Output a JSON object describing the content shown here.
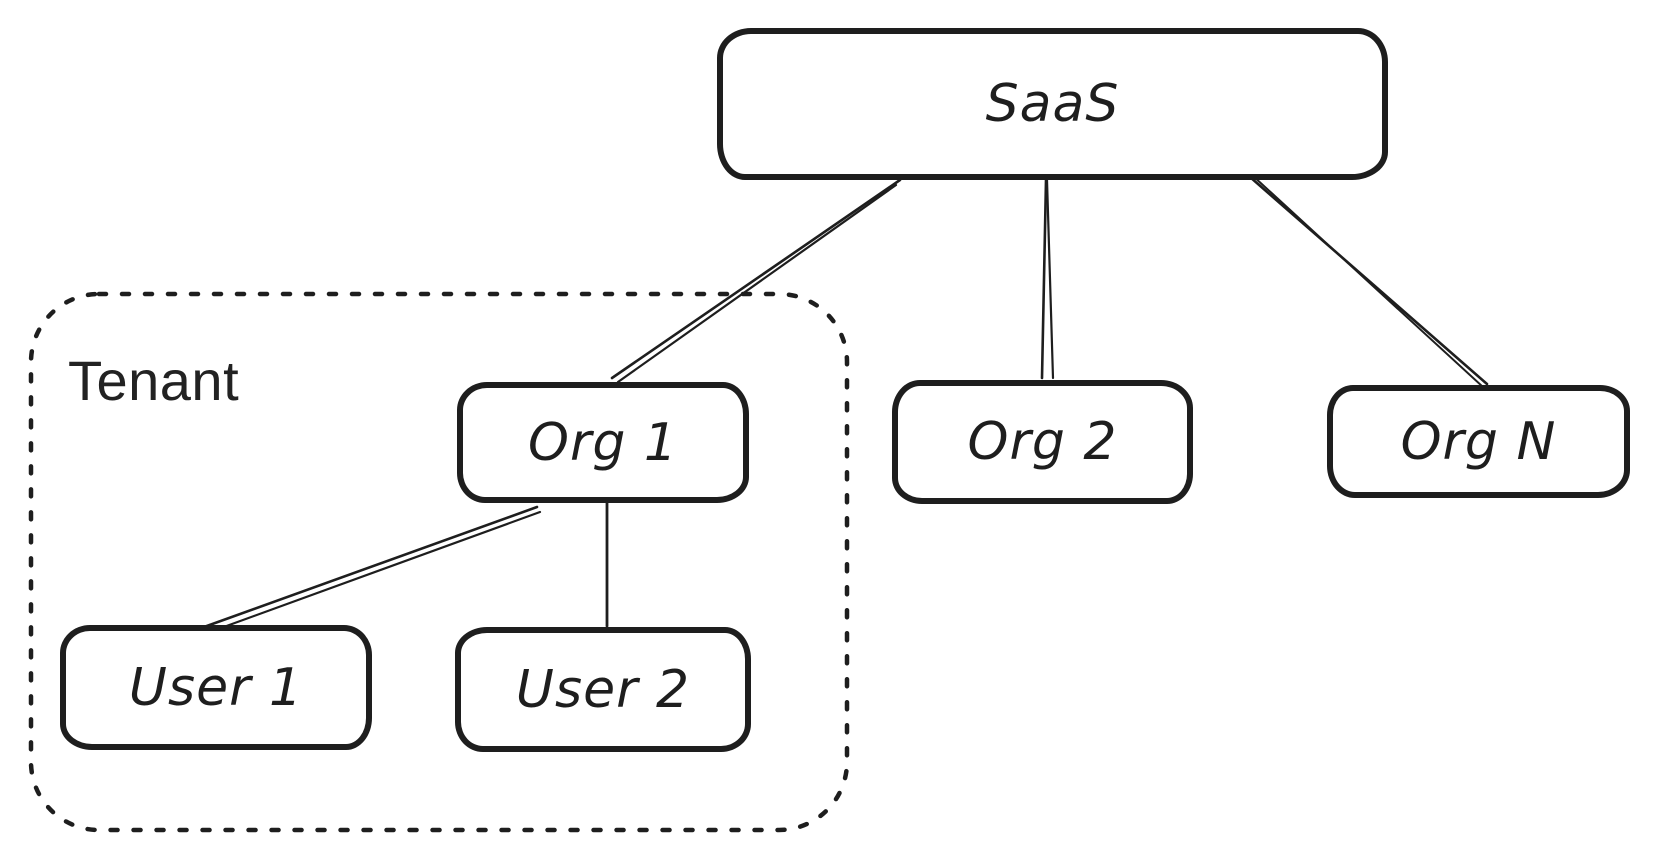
{
  "diagram": {
    "title_present": false,
    "background_color": "#ffffff",
    "stroke_color": "#1e1e1e",
    "group": {
      "label": "Tenant",
      "border_style": "dashed-rounded",
      "contains": [
        "Org 1",
        "User 1",
        "User 2"
      ]
    },
    "nodes": {
      "saas": {
        "label": "SaaS",
        "shape": "rounded-rectangle"
      },
      "org1": {
        "label": "Org 1",
        "shape": "rounded-rectangle"
      },
      "org2": {
        "label": "Org 2",
        "shape": "rounded-rectangle"
      },
      "orgN": {
        "label": "Org N",
        "shape": "rounded-rectangle"
      },
      "user1": {
        "label": "User 1",
        "shape": "rounded-rectangle"
      },
      "user2": {
        "label": "User 2",
        "shape": "rounded-rectangle"
      }
    },
    "edges": [
      {
        "from": "SaaS",
        "to": "Org 1"
      },
      {
        "from": "SaaS",
        "to": "Org 2"
      },
      {
        "from": "SaaS",
        "to": "Org N"
      },
      {
        "from": "Org 1",
        "to": "User 1"
      },
      {
        "from": "Org 1",
        "to": "User 2"
      }
    ]
  }
}
